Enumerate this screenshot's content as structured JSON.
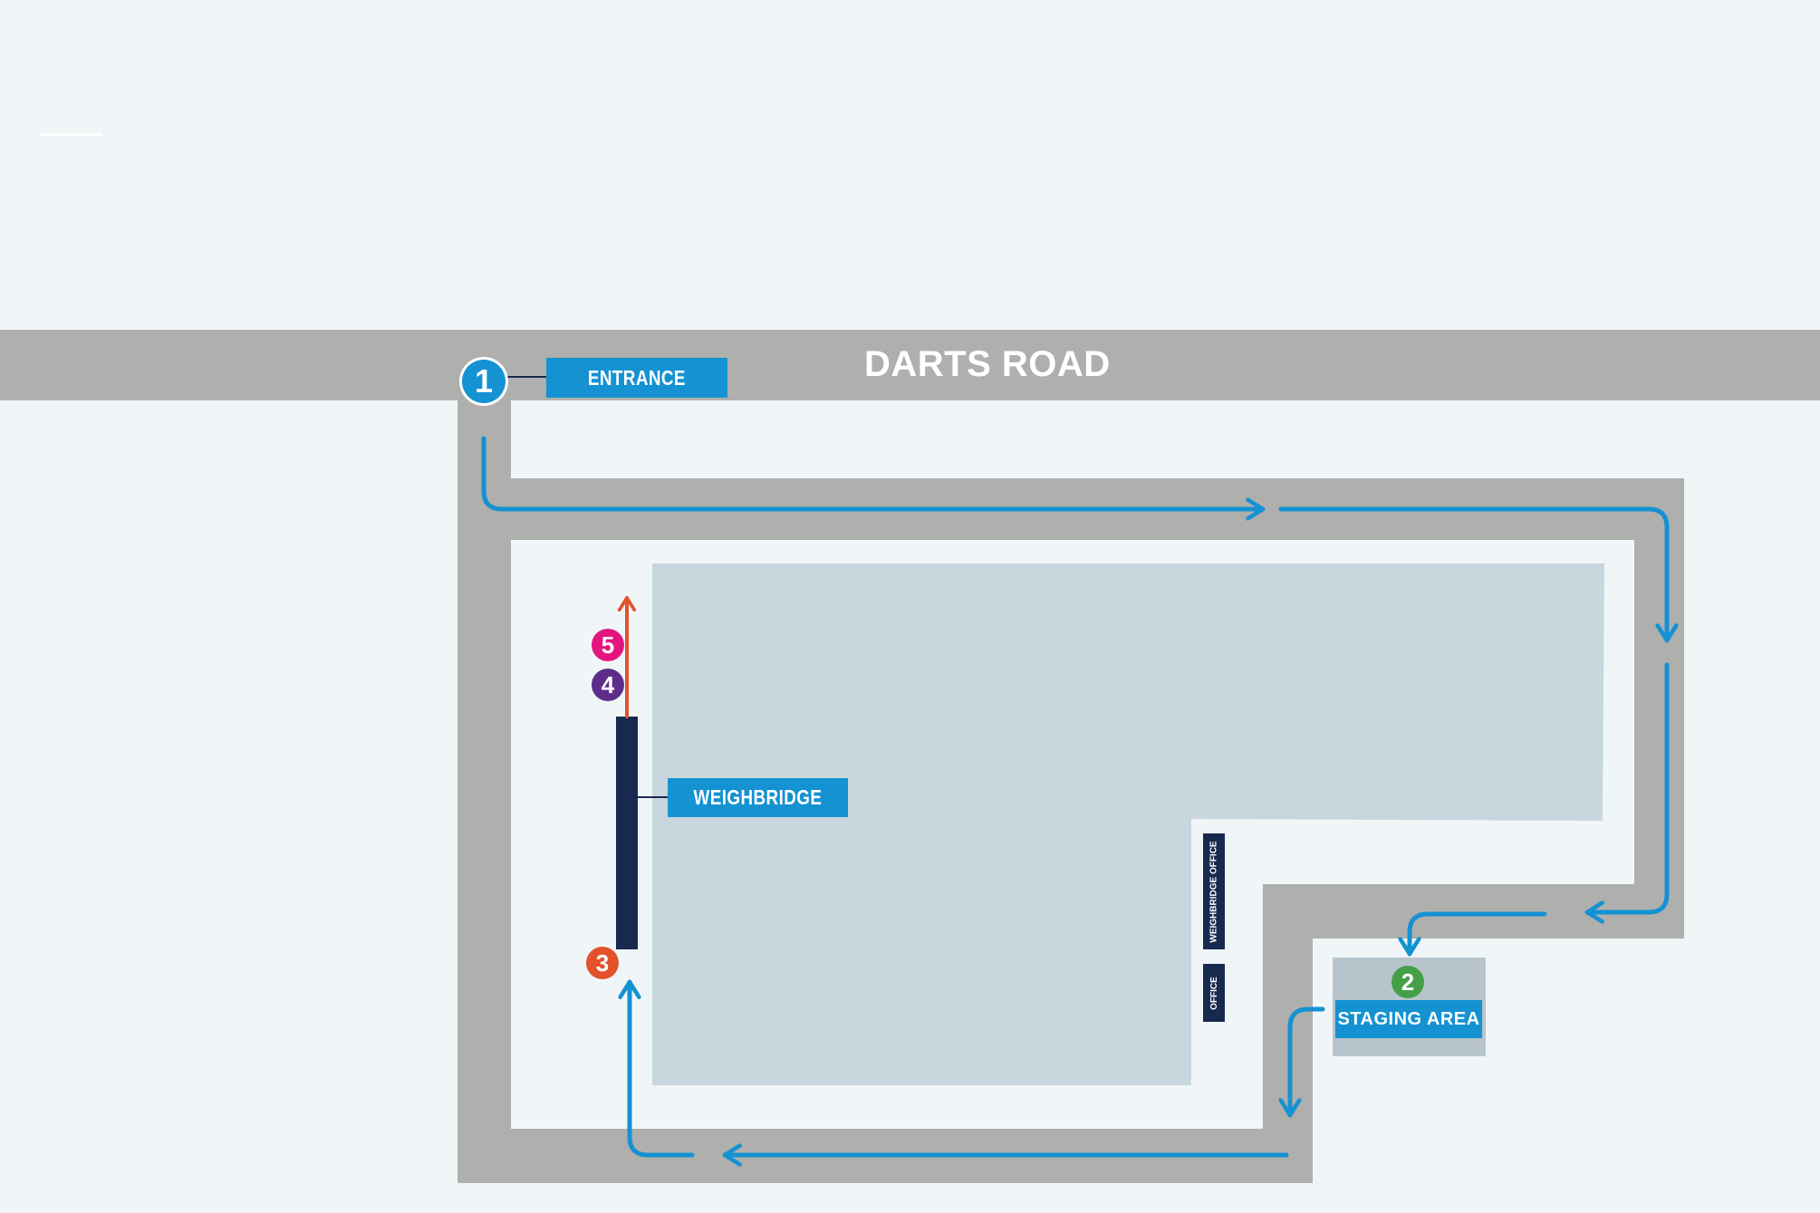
{
  "road": {
    "name": "DARTS ROAD"
  },
  "labels": {
    "entrance": "ENTRANCE",
    "weighbridge": "WEIGHBRIDGE",
    "weighbridge_office": "WEIGHBRIDGE OFFICE",
    "office": "OFFICE",
    "staging_area": "STAGING AREA"
  },
  "markers": [
    {
      "id": "1",
      "label": "1",
      "color": "#1492d2"
    },
    {
      "id": "2",
      "label": "2",
      "color": "#43a047"
    },
    {
      "id": "3",
      "label": "3",
      "color": "#e2522b"
    },
    {
      "id": "4",
      "label": "4",
      "color": "#5e2d8a"
    },
    {
      "id": "5",
      "label": "5",
      "color": "#e5157f"
    }
  ],
  "colors": {
    "background": "#f0f6f8",
    "road": "#afafad",
    "building": "#c8d7de",
    "route_arrow": "#1492d2",
    "exit_arrow": "#e2522b",
    "label_fill": "#1492d2",
    "weighbridge_fill": "#17294f",
    "staging_area_fill": "#b7c4cb"
  }
}
